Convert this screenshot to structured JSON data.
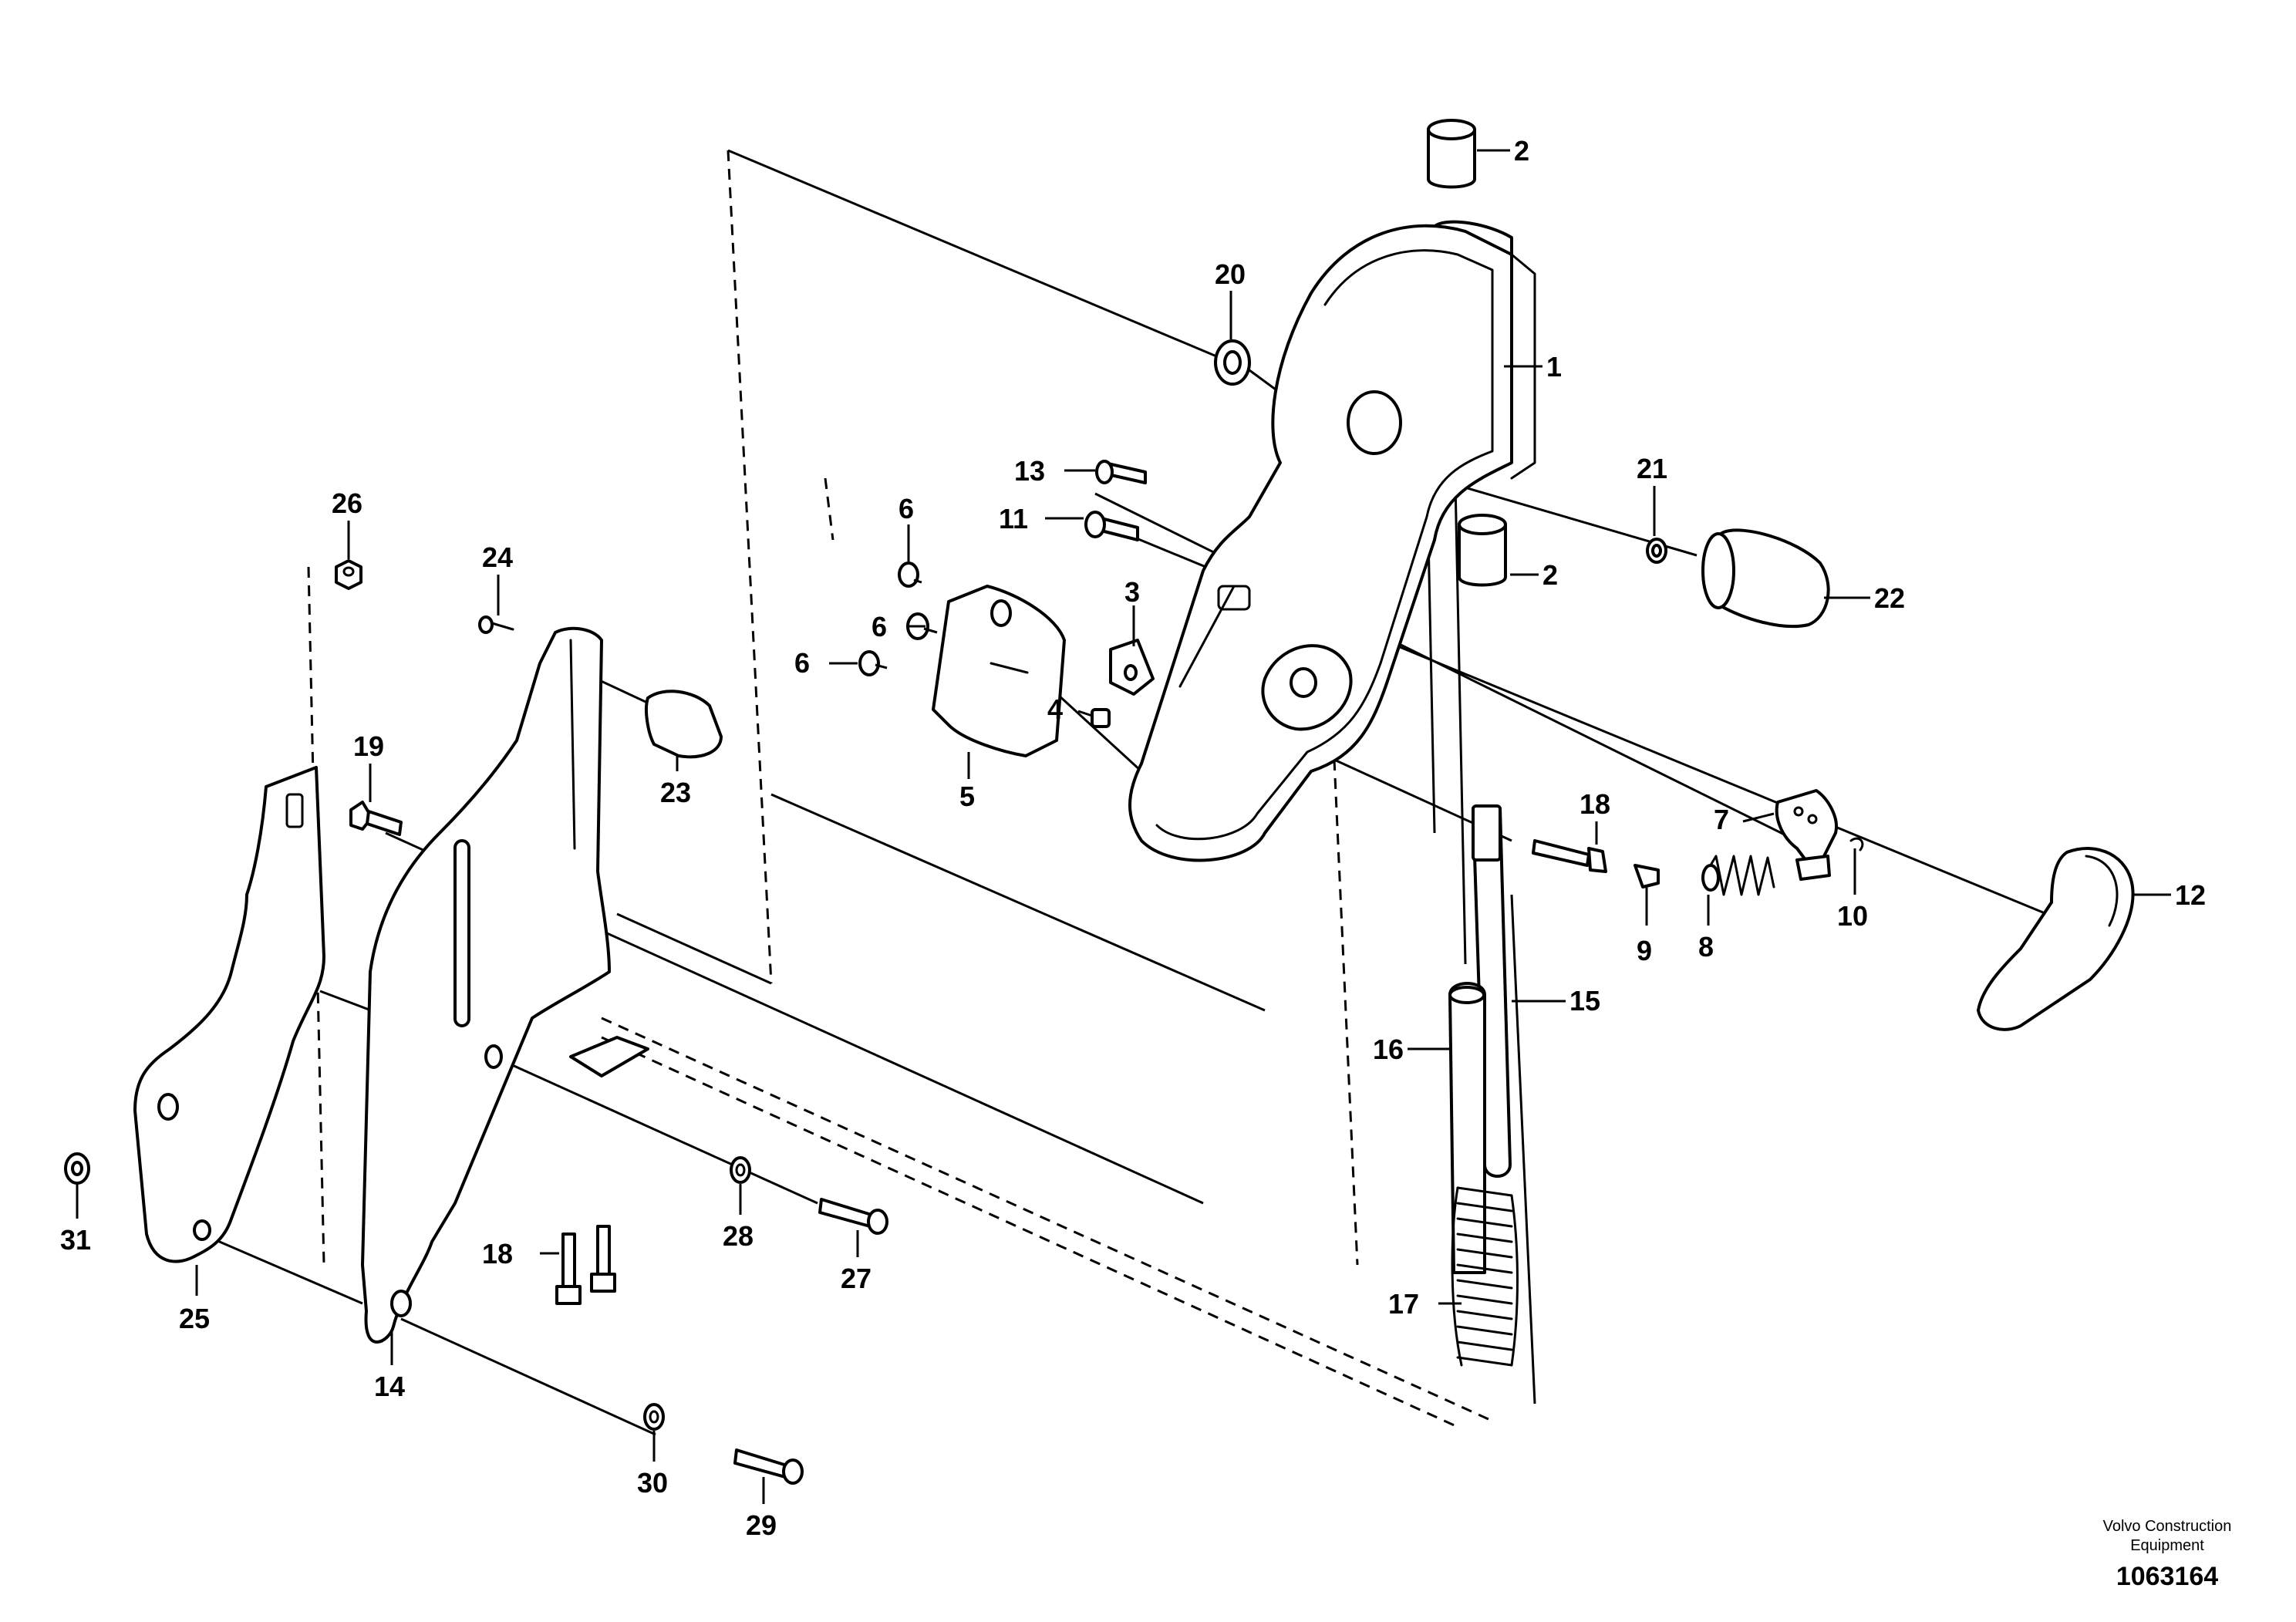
{
  "callouts": [
    {
      "id": "1",
      "label": "1"
    },
    {
      "id": "2a",
      "label": "2"
    },
    {
      "id": "2b",
      "label": "2"
    },
    {
      "id": "3",
      "label": "3"
    },
    {
      "id": "4",
      "label": "4"
    },
    {
      "id": "5",
      "label": "5"
    },
    {
      "id": "6a",
      "label": "6"
    },
    {
      "id": "6b",
      "label": "6"
    },
    {
      "id": "6c",
      "label": "6"
    },
    {
      "id": "7",
      "label": "7"
    },
    {
      "id": "8",
      "label": "8"
    },
    {
      "id": "9",
      "label": "9"
    },
    {
      "id": "10",
      "label": "10"
    },
    {
      "id": "11",
      "label": "11"
    },
    {
      "id": "12",
      "label": "12"
    },
    {
      "id": "13",
      "label": "13"
    },
    {
      "id": "14",
      "label": "14"
    },
    {
      "id": "15",
      "label": "15"
    },
    {
      "id": "16",
      "label": "16"
    },
    {
      "id": "17",
      "label": "17"
    },
    {
      "id": "18a",
      "label": "18"
    },
    {
      "id": "18b",
      "label": "18"
    },
    {
      "id": "19",
      "label": "19"
    },
    {
      "id": "20",
      "label": "20"
    },
    {
      "id": "21",
      "label": "21"
    },
    {
      "id": "22",
      "label": "22"
    },
    {
      "id": "23",
      "label": "23"
    },
    {
      "id": "24",
      "label": "24"
    },
    {
      "id": "25",
      "label": "25"
    },
    {
      "id": "26",
      "label": "26"
    },
    {
      "id": "27",
      "label": "27"
    },
    {
      "id": "28",
      "label": "28"
    },
    {
      "id": "29",
      "label": "29"
    },
    {
      "id": "30",
      "label": "30"
    },
    {
      "id": "31",
      "label": "31"
    }
  ],
  "footer": {
    "brand_line1": "Volvo Construction",
    "brand_line2": "Equipment",
    "document_number": "1063164"
  }
}
